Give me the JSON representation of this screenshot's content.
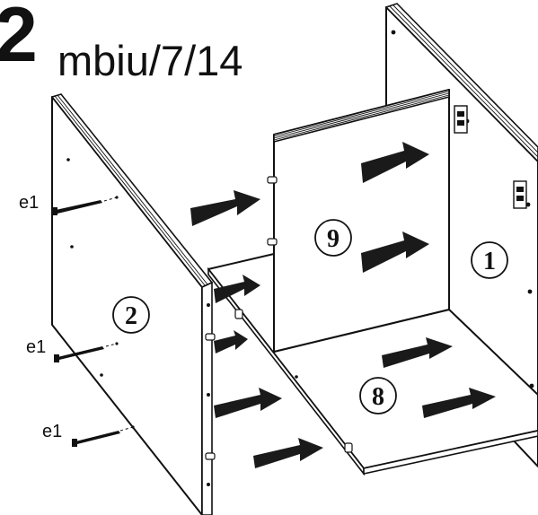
{
  "step": {
    "number": "2",
    "code": "mbiu/7/14"
  },
  "parts": {
    "side_right": "1",
    "side_left": "2",
    "bottom": "8",
    "back": "9"
  },
  "hardware": {
    "screw_label": "e1"
  }
}
